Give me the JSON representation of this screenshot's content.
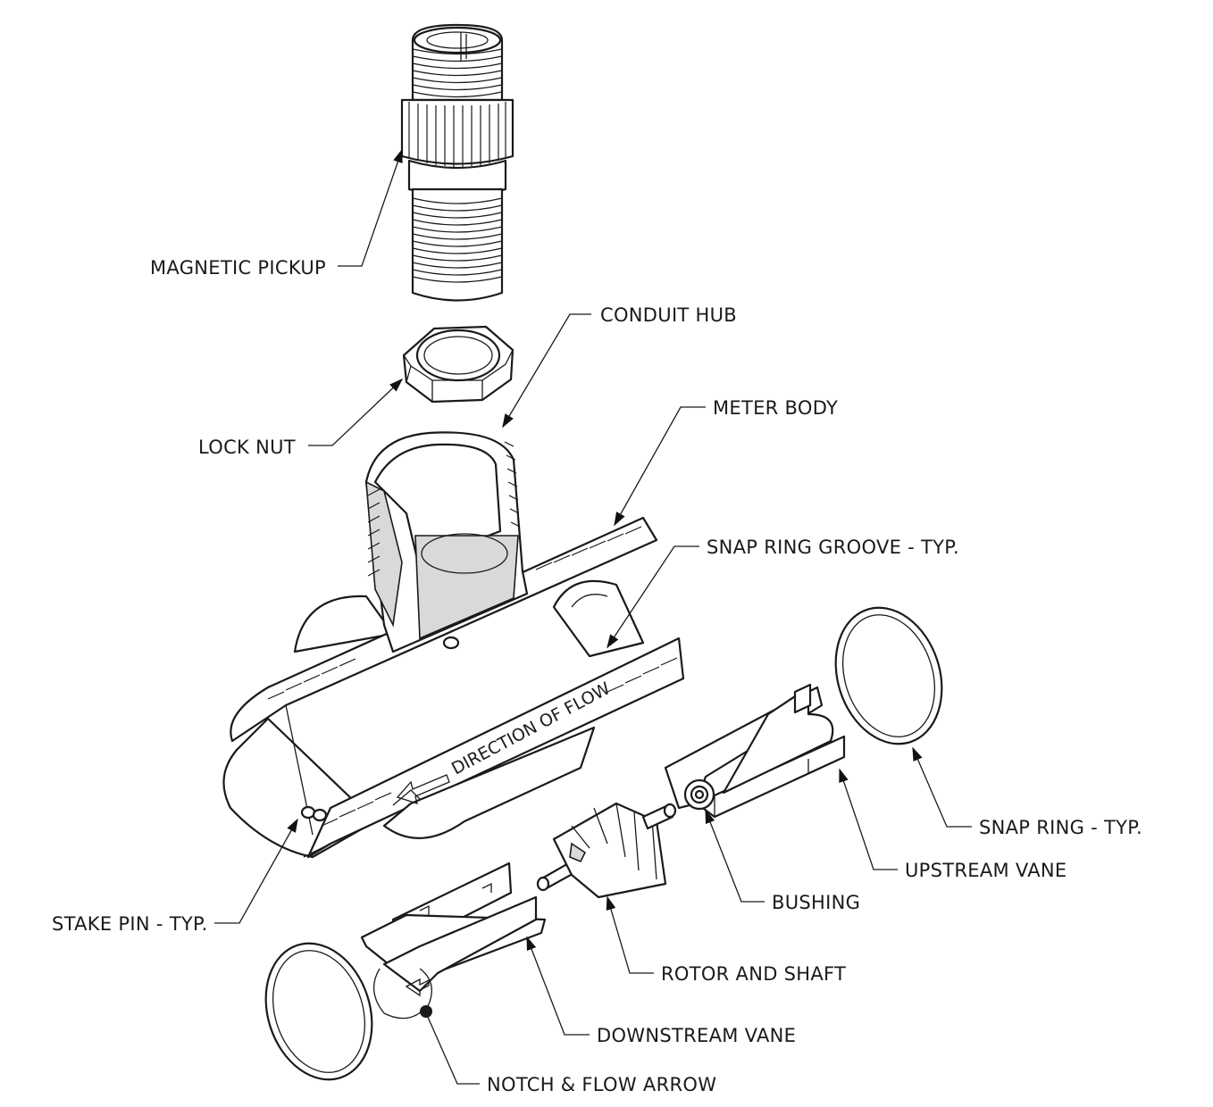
{
  "labels": {
    "magnetic_pickup": "MAGNETIC PICKUP",
    "conduit_hub": "CONDUIT HUB",
    "lock_nut": "LOCK NUT",
    "meter_body": "METER BODY",
    "snap_ring_groove": "SNAP RING GROOVE - TYP.",
    "snap_ring": "SNAP RING - TYP.",
    "upstream_vane": "UPSTREAM VANE",
    "bushing": "BUSHING",
    "stake_pin": "STAKE PIN - TYP.",
    "rotor_and_shaft": "ROTOR AND SHAFT",
    "downstream_vane": "DOWNSTREAM VANE",
    "notch_flow_arrow": "NOTCH & FLOW ARROW"
  },
  "flow_marking": "DIRECTION OF FLOW",
  "colors": {
    "line": "#1a1a1a",
    "shade": "#d9d9d9",
    "background": "#ffffff"
  }
}
